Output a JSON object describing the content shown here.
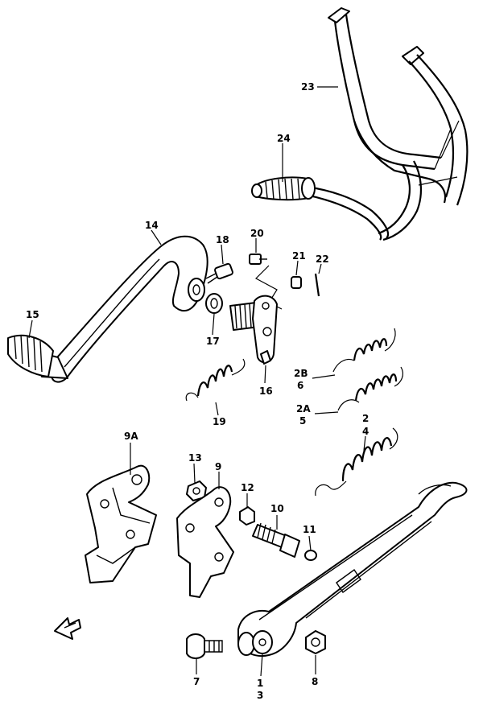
{
  "diagram": {
    "labels": {
      "p23": "23",
      "p24": "24",
      "p14": "14",
      "p18": "18",
      "p20": "20",
      "p21": "21",
      "p22": "22",
      "p15": "15",
      "p17": "17",
      "p16": "16",
      "p2B": "2B",
      "p6": "6",
      "p2A": "2A",
      "p5": "5",
      "p2": "2",
      "p4": "4",
      "p19": "19",
      "p9A": "9A",
      "p13": "13",
      "p9": "9",
      "p12": "12",
      "p10": "10",
      "p11": "11",
      "p7": "7",
      "p1": "1",
      "p3": "3",
      "p8": "8"
    }
  }
}
